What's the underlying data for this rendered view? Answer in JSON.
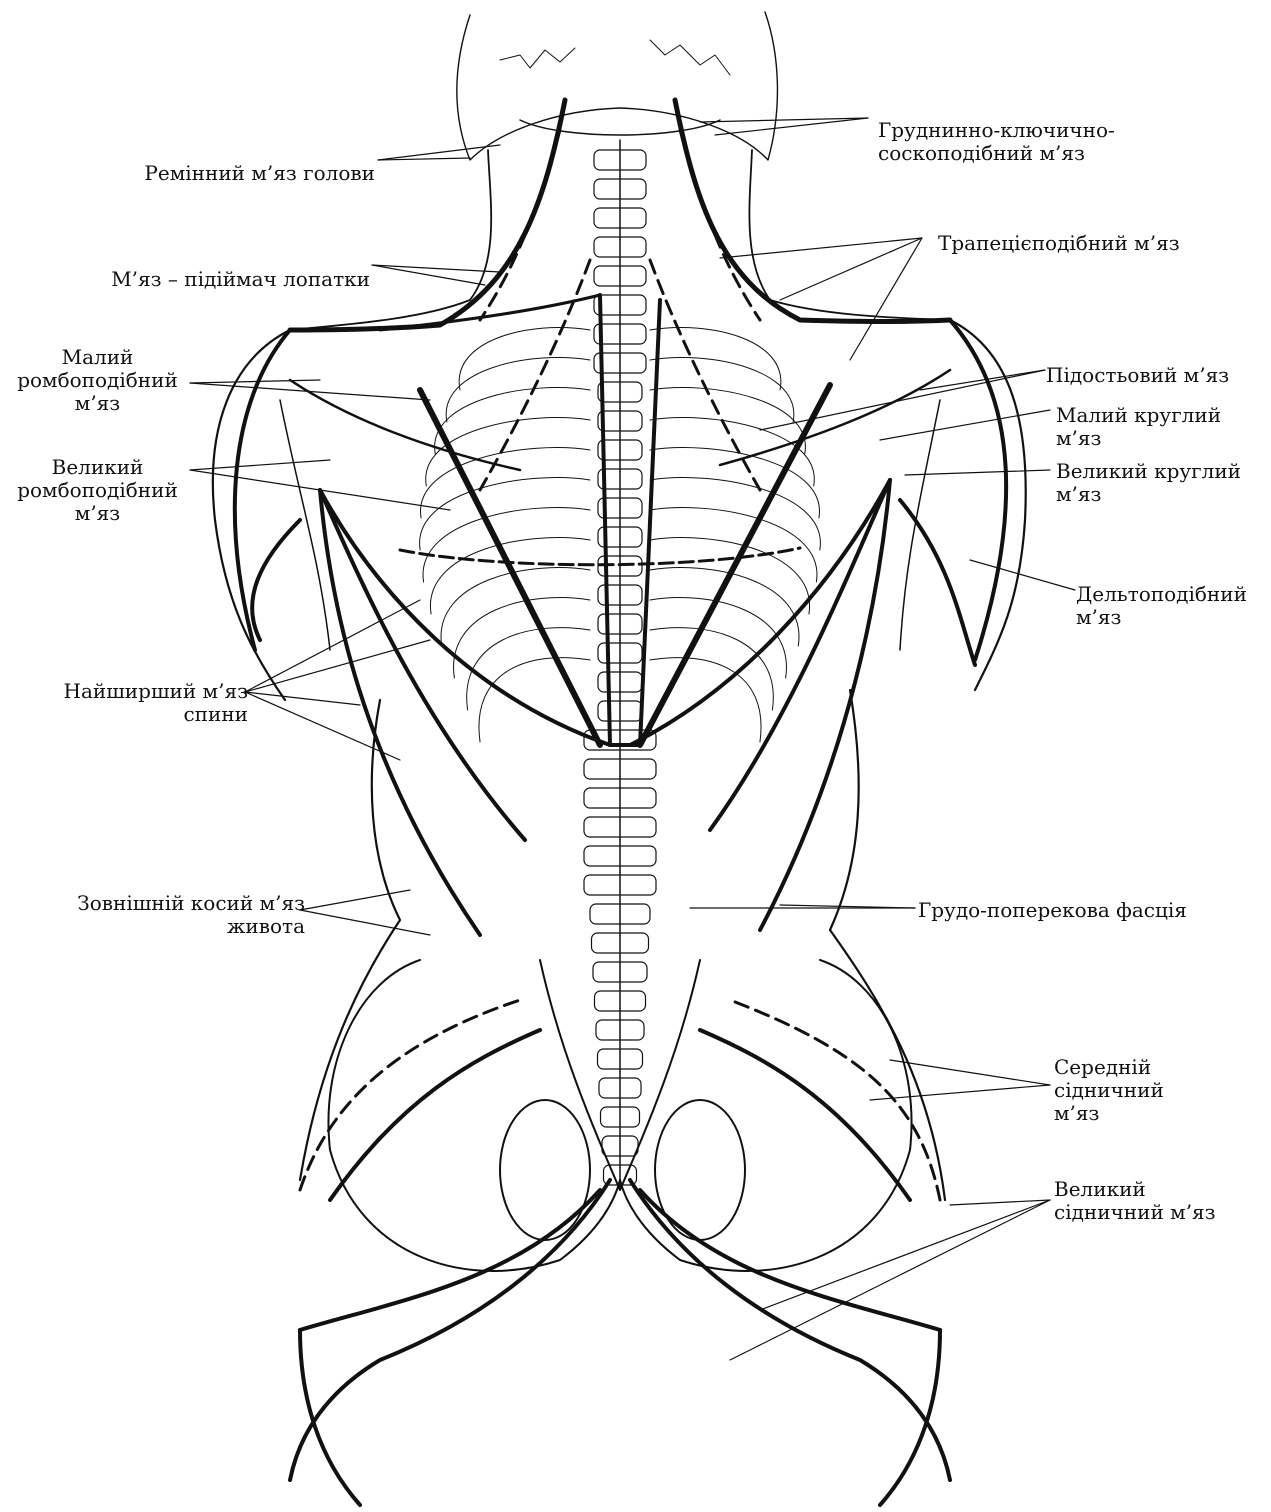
{
  "colors": {
    "ink": "#111111",
    "background": "#ffffff"
  },
  "labels": {
    "splenius": "Ремінний м’яз голови",
    "levator": "М’яз – підіймач лопатки",
    "rhomboid_minor": [
      "Малий",
      "ромбоподібний",
      "м’яз"
    ],
    "rhomboid_major": [
      "Великий",
      "ромбоподібний",
      "м’яз"
    ],
    "latissimus": [
      "Найширший м’яз",
      "спини"
    ],
    "oblique": [
      "Зовнішній косий м’яз",
      "живота"
    ],
    "sternocleido": [
      "Груднинно-ключично-",
      "соскоподібний м’яз"
    ],
    "trapezius": "Трапецієподібний м’яз",
    "infraspinatus": "Підостьовий м’яз",
    "teres_minor": [
      "Малий круглий",
      "м’яз"
    ],
    "teres_major": [
      "Великий круглий",
      "м’яз"
    ],
    "deltoid": [
      "Дельтоподібний",
      "м’яз"
    ],
    "thoracolumbar": "Грудо-поперекова фасція",
    "gluteus_medius": [
      "Середній",
      "сідничний",
      "м’яз"
    ],
    "gluteus_maximus": [
      "Великий",
      "сідничний м’яз"
    ]
  }
}
